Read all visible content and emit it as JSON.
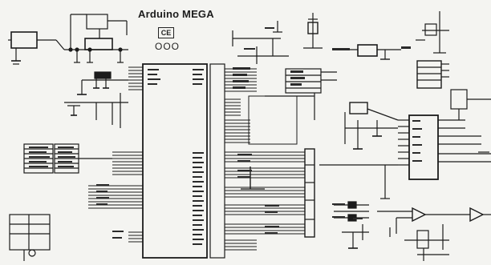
{
  "board": {
    "title": "Arduino MEGA",
    "ce_mark": "CE",
    "symbol": "OOO"
  }
}
